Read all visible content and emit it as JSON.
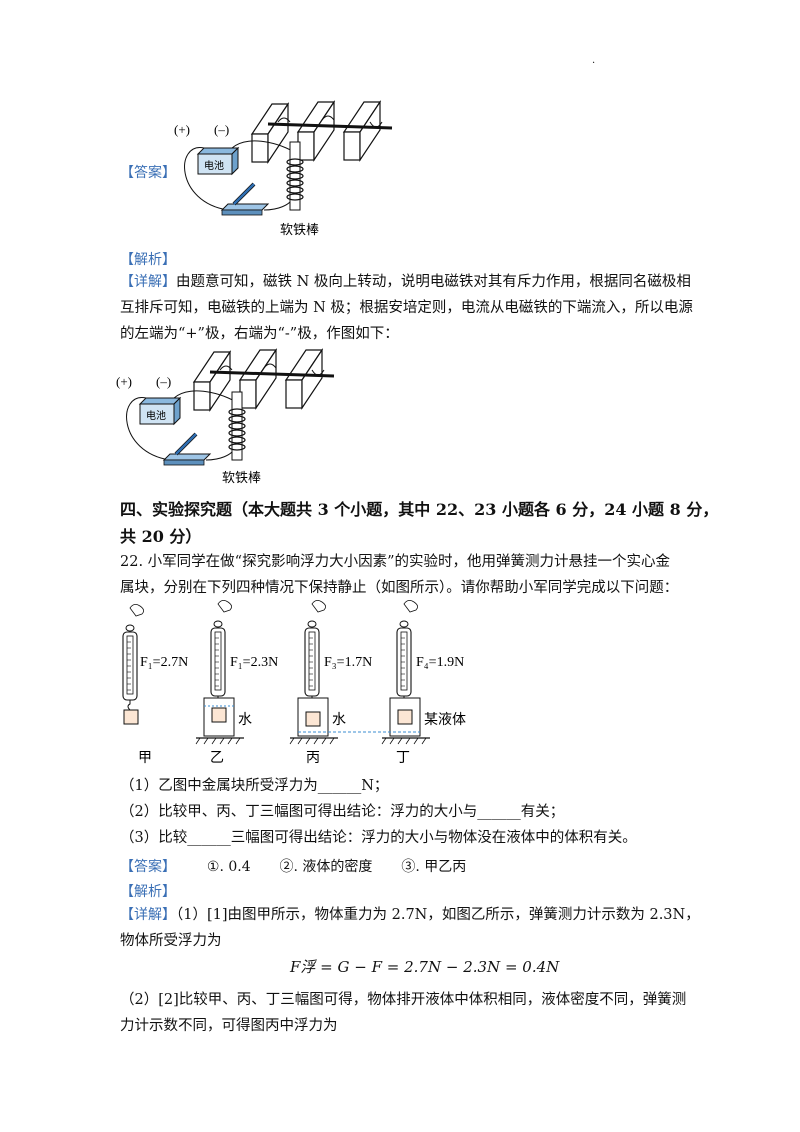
{
  "corner_mark": ".",
  "answer1": {
    "tag": "【答案】",
    "diagram": {
      "plus": "(+)",
      "minus": "(–)",
      "battery": "电池",
      "rod_label": "软铁棒"
    }
  },
  "analysis1": {
    "tag": "【解析】",
    "detail_tag": "【详解】",
    "line1": "由题意可知，磁铁 N 极向上转动，说明电磁铁对其有斥力作用，根据同名磁极相",
    "line2": "互排斥可知，电磁铁的上端为 N 极；根据安培定则，电流从电磁铁的下端流入，所以电源",
    "line3": "的左端为“+”极，右端为“-”极，作图如下：",
    "diagram": {
      "plus": "(+)",
      "minus": "(–)",
      "battery": "电池",
      "rod_label": "软铁棒"
    }
  },
  "section4": {
    "line1": "四、实验探究题（本大题共 3 个小题，其中 22、23 小题各 6 分，24 小题 8 分，",
    "line2": "共 20 分）"
  },
  "q22": {
    "line1": "22. 小军同学在做“探究影响浮力大小因素”的实验时，他用弹簧测力计悬挂一个实心金",
    "line2": "属块，分别在下列四种情况下保持静止（如图所示）。请你帮助小军同学完成以下问题：",
    "figure": {
      "f1": "F₁=2.7N",
      "f2": "F₁=2.3N",
      "f3": "F₃=1.7N",
      "f4": "F₄=1.9N",
      "water1": "水",
      "water2": "水",
      "liquid": "某液体",
      "jia": "甲",
      "yi": "乙",
      "bing": "丙",
      "ding": "丁"
    },
    "sub1": "（1）乙图中金属块所受浮力为______N；",
    "sub2": "（2）比较甲、丙、丁三幅图可得出结论：浮力的大小与______有关；",
    "sub3": "（3）比较______三幅图可得出结论：浮力的大小与物体没在液体中的体积有关。",
    "answer_tag": "【答案】",
    "answer1": "①. 0.4",
    "answer2": "②. 液体的密度",
    "answer3": "③. 甲乙丙",
    "analysis_tag": "【解析】",
    "detail_tag": "【详解】",
    "detail1": "（1）[1]由图甲所示，物体重力为 2.7N，如图乙所示，弹簧测力计示数为 2.3N，",
    "detail2": "物体所受浮力为",
    "formula": "F浮 = G − F = 2.7N − 2.3N = 0.4N",
    "detail3": "（2）[2]比较甲、丙、丁三幅图可得，物体排开液体中体积相同，液体密度不同，弹簧测",
    "detail4": "力计示数不同，可得图丙中浮力为"
  }
}
